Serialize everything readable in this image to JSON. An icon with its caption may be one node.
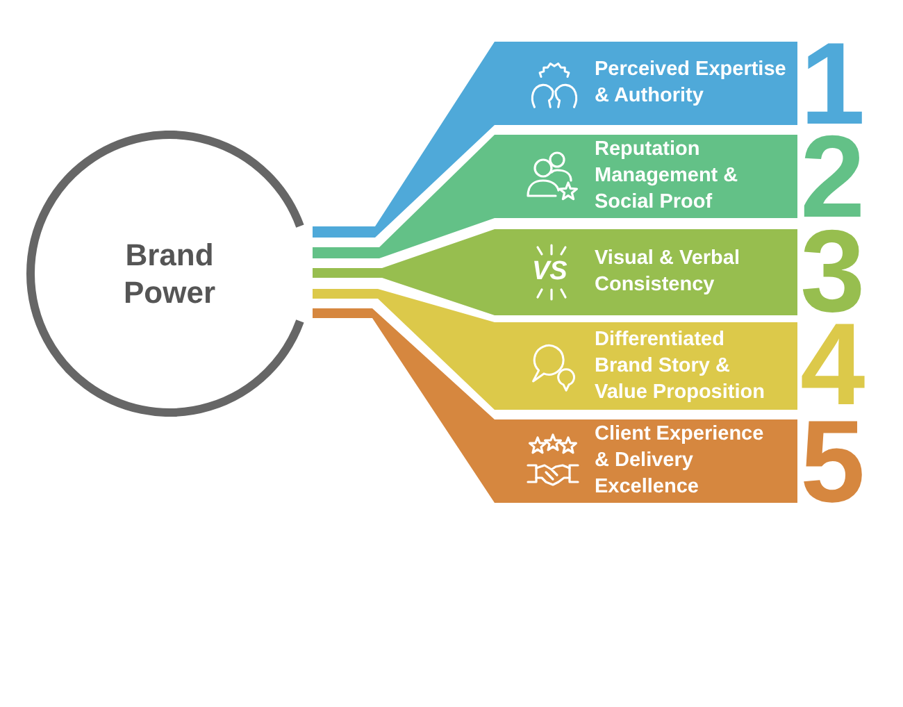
{
  "diagram": {
    "nodes": [
      {
        "text": [
          "Brand Power"
        ]
      },
      {
        "text": [
          "Perceived Expertise & Authority",
          "1"
        ]
      },
      {
        "text": [
          "Reputation Management & Social Proof",
          "2"
        ]
      },
      {
        "text": [
          "VS",
          "Visual & Verbal Consistency",
          "3"
        ]
      },
      {
        "text": [
          "Differentiated Brand Story & Value Proposition",
          "4"
        ]
      },
      {
        "text": [
          "Client Experience & Delivery Excellence",
          "5"
        ]
      }
    ],
    "edges": [
      {
        "from": 0,
        "to": 1,
        "arrow": "none",
        "color": "#4fa9d9"
      },
      {
        "from": 0,
        "to": 2,
        "arrow": "none",
        "color": "#63c187"
      },
      {
        "from": 0,
        "to": 3,
        "arrow": "none",
        "color": "#97be4f"
      },
      {
        "from": 0,
        "to": 4,
        "arrow": "none",
        "color": "#dcc94a"
      },
      {
        "from": 0,
        "to": 5,
        "arrow": "none",
        "color": "#d6873f"
      }
    ]
  }
}
